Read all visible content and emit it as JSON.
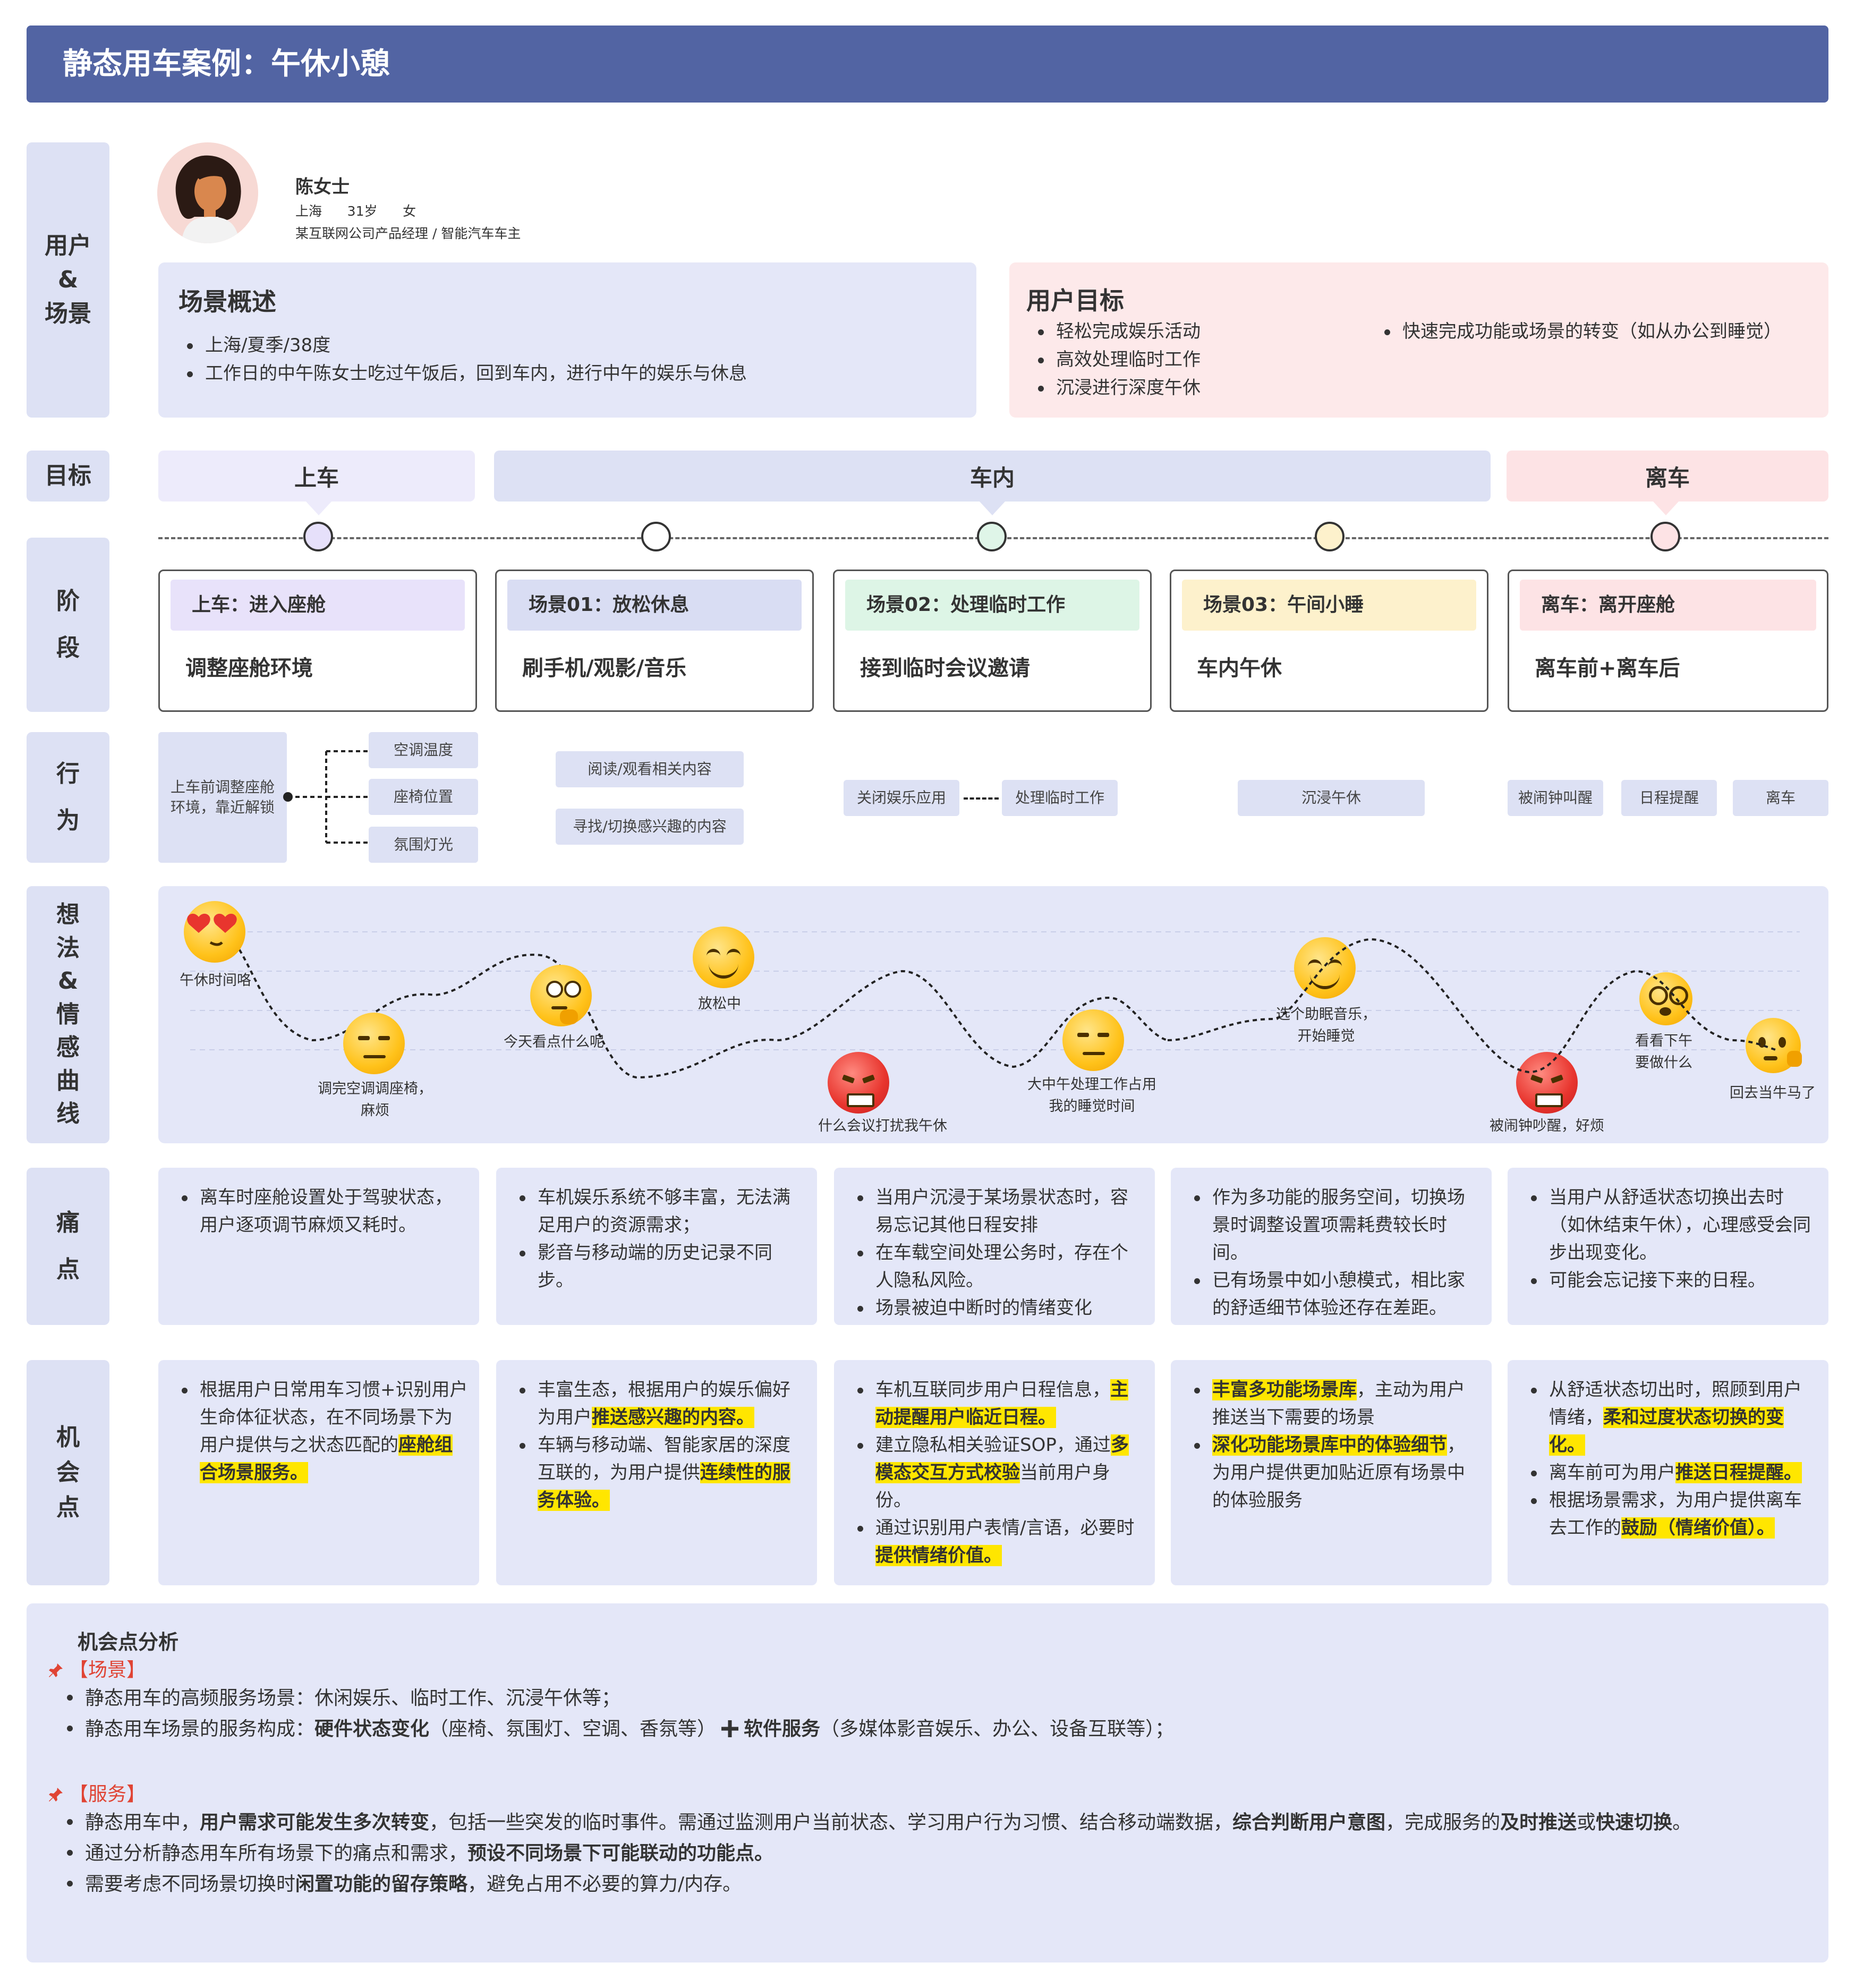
{
  "header": {
    "title": "静态用车案例：午休小憩"
  },
  "row_labels": {
    "user": "用户\n&\n场景",
    "goal": "目标",
    "stage": "阶\n段",
    "behavior": "行\n为",
    "emotion": "想\n法\n&\n情\n感\n曲\n线",
    "pain": "痛\n点",
    "opportunity": "机\n会\n点"
  },
  "persona": {
    "name": "陈女士",
    "details": "上海      31岁      女",
    "occupation": "某互联网公司产品经理 / 智能汽车车主"
  },
  "scene": {
    "title": "场景概述",
    "items": [
      "上海/夏季/38度",
      "工作日的中午陈女士吃过午饭后，回到车内，进行中午的娱乐与休息"
    ]
  },
  "user_goal": {
    "title": "用户目标",
    "col1": [
      "轻松完成娱乐活动",
      "高效处理临时工作",
      "沉浸进行深度午休"
    ],
    "col2": [
      "快速完成功能或场景的转变（如从办公到睡觉）"
    ]
  },
  "goals": [
    {
      "label": "上车",
      "color": "#EDEBFB"
    },
    {
      "label": "车内",
      "color": "#DDE1F4"
    },
    {
      "label": "离车",
      "color": "#FDE3E5"
    }
  ],
  "stages": [
    {
      "header": "上车：进入座舱",
      "body": "调整座舱环境",
      "color": "#E8E2FA",
      "node": "#E6E0FA"
    },
    {
      "header": "场景01：放松休息",
      "body": "刷手机/观影/音乐",
      "color": "#D9DDF3",
      "node": "#FFFFFF"
    },
    {
      "header": "场景02：处理临时工作",
      "body": "接到临时会议邀请",
      "color": "#DDF5E6",
      "node": "#DFF5E8"
    },
    {
      "header": "场景03：午间小睡",
      "body": "车内午休",
      "color": "#FDF1CC",
      "node": "#FDF1CC"
    },
    {
      "header": "离车：离开座舱",
      "body": "离车前+离车后",
      "color": "#FDE3E5",
      "node": "#FDE3E5"
    }
  ],
  "behaviors": {
    "s1_main": "上车前调整座舱环境，靠近解锁",
    "s1_subs": [
      "空调温度",
      "座椅位置",
      "氛围灯光"
    ],
    "s2": [
      "阅读/观看相关内容",
      "寻找/切换感兴趣的内容"
    ],
    "s3": [
      "关闭娱乐应用",
      "处理临时工作"
    ],
    "s4": [
      "沉浸午休"
    ],
    "s5": [
      "被闹钟叫醒",
      "日程提醒",
      "离车"
    ]
  },
  "emotion_labels": [
    "午休时间咯",
    "调完空调调座椅，\n麻烦",
    "今天看点什么呢",
    "放松中",
    "什么会议打扰我午休",
    "大中午处理工作占用\n我的睡觉时间",
    "选个助眠音乐，\n开始睡觉",
    "被闹钟吵醒，好烦",
    "看看下午\n要做什么",
    "回去当牛马了"
  ],
  "pain_points": [
    [
      "离车时座舱设置处于驾驶状态，用户逐项调节麻烦又耗时。"
    ],
    [
      "车机娱乐系统不够丰富，无法满足用户的资源需求；",
      "影音与移动端的历史记录不同步。"
    ],
    [
      "当用户沉浸于某场景状态时，容易忘记其他日程安排",
      "在车载空间处理公务时，存在个人隐私风险。",
      "场景被迫中断时的情绪变化"
    ],
    [
      "作为多功能的服务空间，切换场景时调整设置项需耗费较长时间。",
      "已有场景中如小憩模式，相比家的舒适细节体验还存在差距。"
    ],
    [
      "当用户从舒适状态切换出去时（如休结束午休），心理感受会同步出现变化。",
      "可能会忘记接下来的日程。"
    ]
  ],
  "opportunities": {
    "c1": {
      "a": "根据用户日常用车习惯+识别用户生命体征状态，在不同场景下为用户提供与之状态匹配的",
      "h": "座舱组合场景服务。"
    },
    "c2": [
      {
        "a": "丰富生态，根据用户的娱乐偏好为用户",
        "h": "推送感兴趣的内容。"
      },
      {
        "a": "车辆与移动端、智能家居的深度互联的，为用户提供",
        "h": "连续性的服务体验。"
      }
    ],
    "c3": [
      {
        "a": "车机互联同步用户日程信息，",
        "h": "主动提醒用户临近日程。"
      },
      {
        "a": "建立隐私相关验证SOP，通过",
        "h": "多模态交互方式校验",
        "b": "当前用户身份。"
      },
      {
        "a": "通过识别用户表情/言语，必要时",
        "h": "提供情绪价值。"
      }
    ],
    "c4": [
      {
        "h": "丰富多功能场景库",
        "b": "，主动为用户推送当下需要的场景"
      },
      {
        "h": "深化功能场景库中的体验细节",
        "b": "，为用户提供更加贴近原有场景中的体验服务"
      }
    ],
    "c5": [
      {
        "a": "从舒适状态切出时，照顾到用户情绪，",
        "h": "柔和过度状态切换的变化。"
      },
      {
        "a": "离车前可为用户",
        "h": "推送日程提醒。"
      },
      {
        "a": "根据场景需求，为用户提供离车去工作的",
        "h": "鼓励（情绪价值）。"
      }
    ]
  },
  "analysis": {
    "title": "机会点分析",
    "scene_tag": "【场景】",
    "scene_1": "静态用车的高频服务场景：休闲娱乐、临时工作、沉浸午休等；",
    "scene_2a": "静态用车场景的服务构成：",
    "scene_2b": "硬件状态变化",
    "scene_2c": "（座椅、氛围灯、空调、香氛等）",
    "scene_2d": "软件服务",
    "scene_2e": "（多媒体影音娱乐、办公、设备互联等）；",
    "service_tag": "【服务】",
    "s1a": "静态用车中，",
    "s1b": "用户需求可能发生多次转变",
    "s1c": "，包括一些突发的临时事件。需通过监测用户当前状态、学习用户行为习惯、结合移动端数据，",
    "s1d": "综合判断用户意图",
    "s1e": "，完成服务的",
    "s1f": "及时推送",
    "s1g": "或",
    "s1h": "快速切换",
    "s1i": "。",
    "s2a": "通过分析静态用车所有场景下的痛点和需求，",
    "s2b": "预设不同场景下可能联动的功能点。",
    "s3a": "需要考虑不同场景切换时",
    "s3b": "闲置功能的留存策略",
    "s3c": "，避免占用不必要的算力/内存。"
  },
  "colors": {
    "header": "#5264A3",
    "row_label": "#DDE1F4",
    "panel": "#E4E7F8",
    "pink": "#FDE9EA",
    "highlight": "#FFE600",
    "accent_red": "#E04434"
  }
}
